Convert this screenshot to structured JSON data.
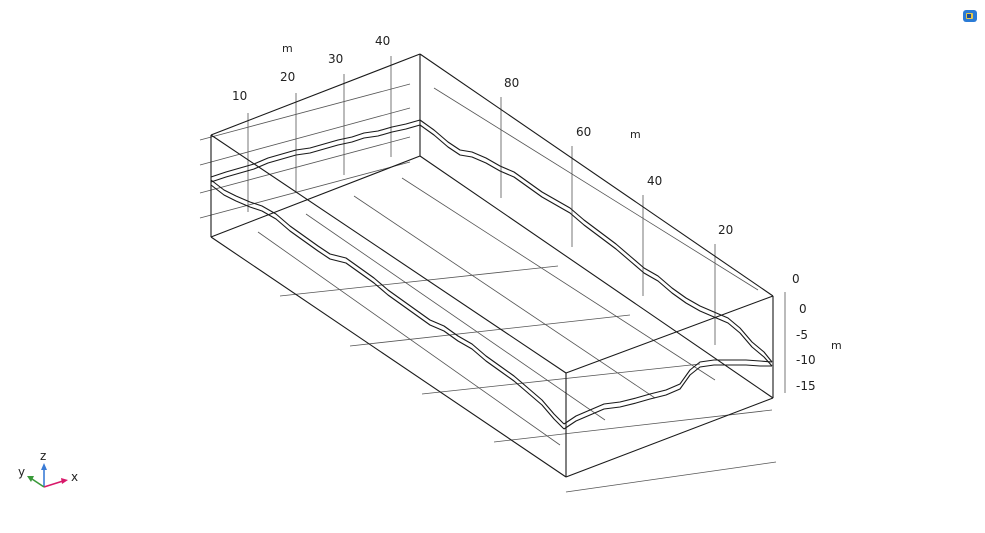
{
  "view_button": {
    "icon": "camera-view-icon"
  },
  "axes": {
    "x_ticks": [
      "10",
      "20",
      "30",
      "40"
    ],
    "x_unit": "m",
    "y_ticks": [
      "80",
      "60",
      "40",
      "20"
    ],
    "y_unit": "m",
    "z_side_tick": "0",
    "z_ticks": [
      "0",
      "-5",
      "-10",
      "-15"
    ],
    "z_unit": "m"
  },
  "triad": {
    "x": "x",
    "y": "y",
    "z": "z"
  },
  "colors": {
    "line": "#1a1a1a",
    "grid": "#555555",
    "triad_x": "#d8186a",
    "triad_y": "#3a9a3a",
    "triad_z": "#3a7bd5",
    "button_accent": "#2b7bd6",
    "button_face": "#e8c84a"
  }
}
